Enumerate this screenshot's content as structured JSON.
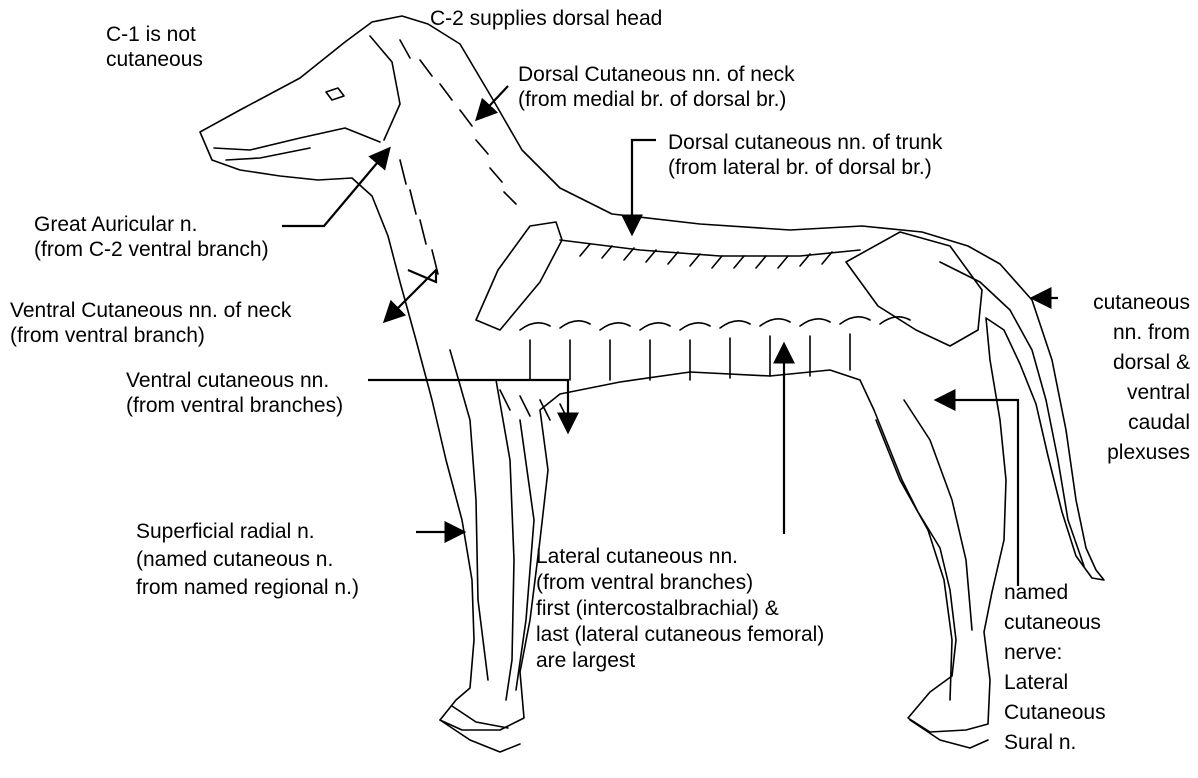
{
  "labels": {
    "c1": [
      "C-1 is not",
      "cutaneous"
    ],
    "c2": [
      "C-2 supplies dorsal head"
    ],
    "dorsal_neck": [
      "Dorsal Cutaneous nn. of neck",
      "(from medial br. of dorsal br.)"
    ],
    "dorsal_trunk": [
      "Dorsal cutaneous nn. of trunk",
      "(from lateral br. of dorsal br.)"
    ],
    "great_auricular": [
      "Great Auricular n.",
      "(from C-2 ventral branch)"
    ],
    "ventral_neck": [
      "Ventral Cutaneous nn. of neck",
      "(from ventral branch)"
    ],
    "ventral_cutaneous": [
      "Ventral cutaneous nn.",
      "(from ventral branches)"
    ],
    "superficial_radial": [
      "Superficial radial n.",
      "(named cutaneous n.",
      "from named regional n.)"
    ],
    "lateral_cutaneous": [
      "Lateral cutaneous nn.",
      "(from ventral branches)",
      "first (intercostalbrachial) &",
      "last (lateral cutaneous femoral)",
      "are largest"
    ],
    "caudal": [
      "cutaneous",
      "nn. from",
      "dorsal &",
      "ventral",
      "caudal",
      "plexuses"
    ],
    "sural": [
      "named",
      "cutaneous",
      "nerve:",
      "Lateral",
      "Cutaneous",
      "Sural n."
    ]
  },
  "colors": {
    "ink": "#000000",
    "background": "#ffffff"
  }
}
